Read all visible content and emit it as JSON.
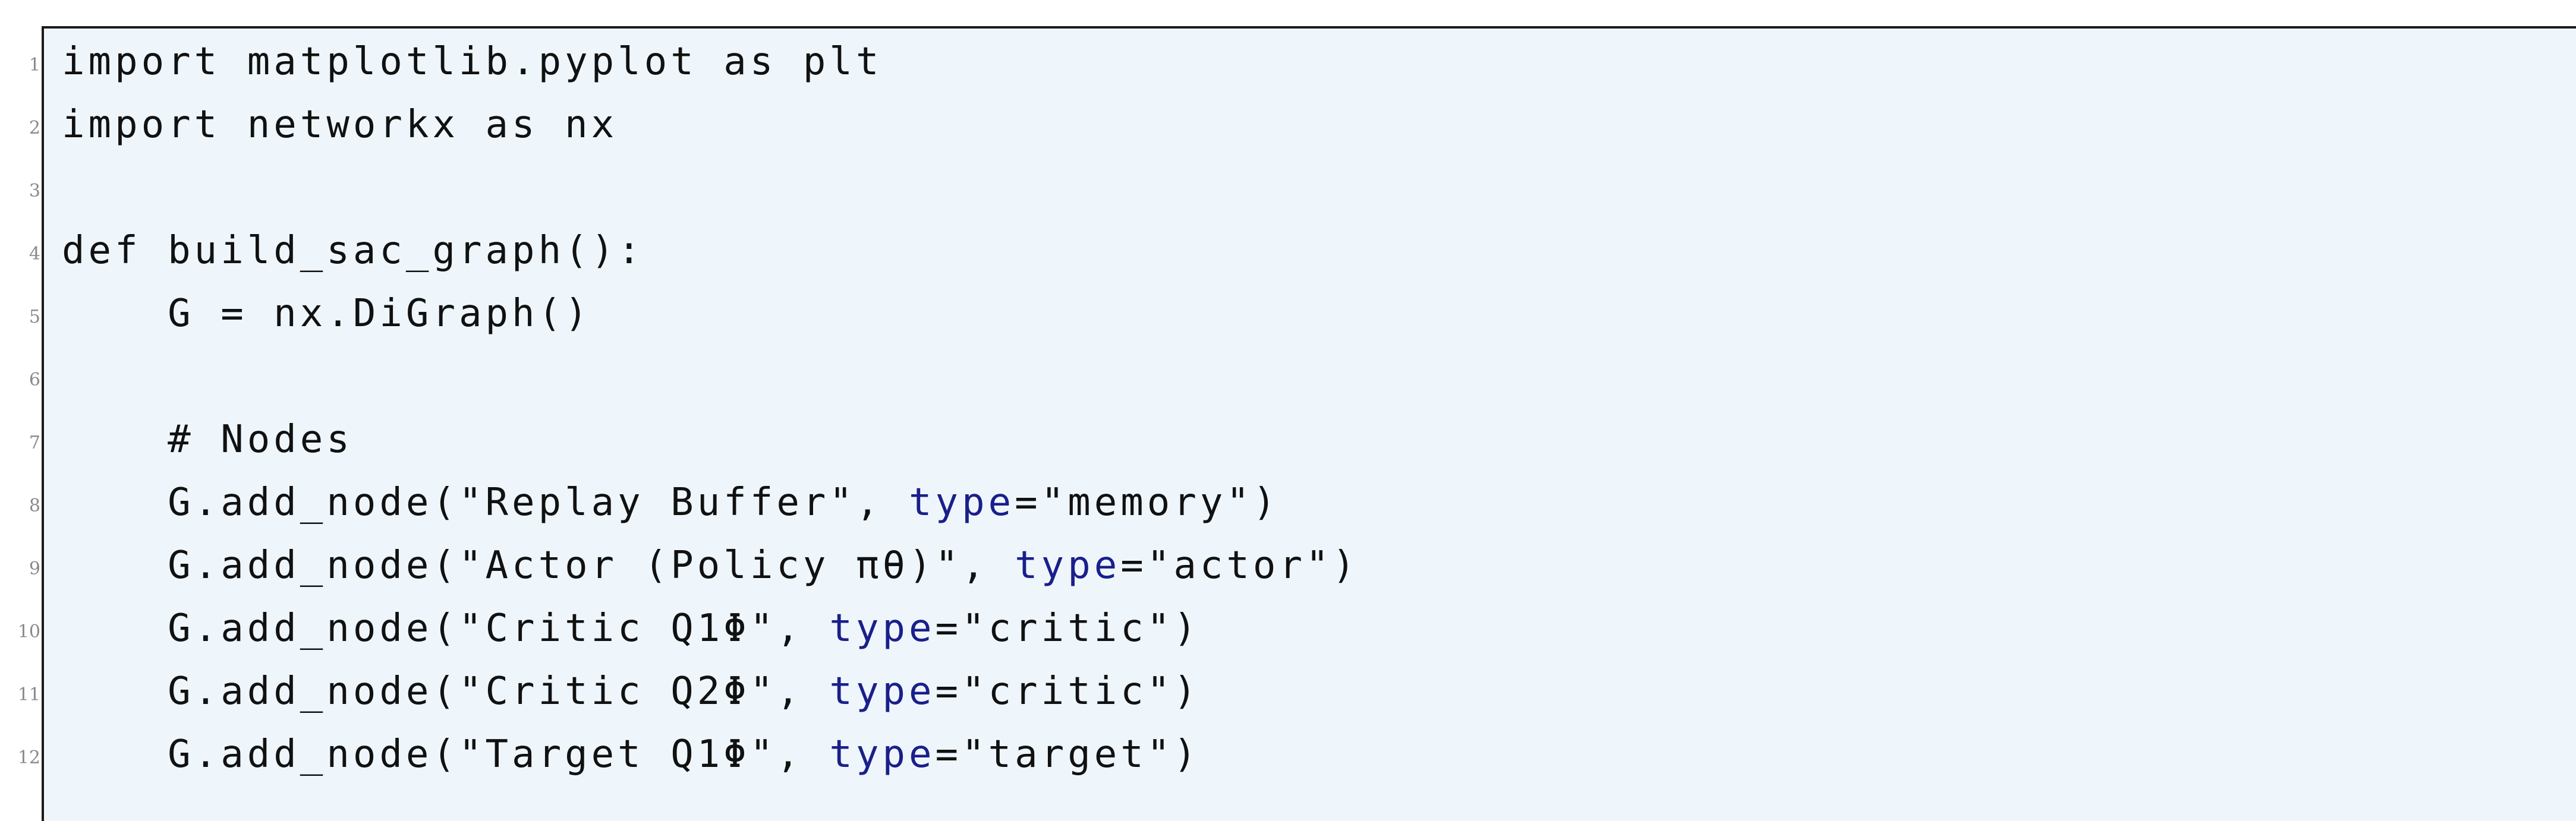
{
  "lines": [
    {
      "n": "1",
      "segments": [
        {
          "text": "import matplotlib.pyplot as plt",
          "style": "plain"
        }
      ]
    },
    {
      "n": "2",
      "segments": [
        {
          "text": "import networkx as nx",
          "style": "plain"
        }
      ]
    },
    {
      "n": "3",
      "segments": []
    },
    {
      "n": "4",
      "segments": [
        {
          "text": "def build_sac_graph():",
          "style": "plain"
        }
      ]
    },
    {
      "n": "5",
      "segments": [
        {
          "text": "    G = nx.DiGraph()",
          "style": "plain"
        }
      ]
    },
    {
      "n": "6",
      "segments": []
    },
    {
      "n": "7",
      "segments": [
        {
          "text": "    # Nodes",
          "style": "plain"
        }
      ]
    },
    {
      "n": "8",
      "segments": [
        {
          "text": "    G.add_node(\"Replay Buffer\", ",
          "style": "plain"
        },
        {
          "text": "type",
          "style": "kw"
        },
        {
          "text": "=\"memory\")",
          "style": "plain"
        }
      ]
    },
    {
      "n": "9",
      "segments": [
        {
          "text": "    G.add_node(\"Actor (Policy πθ)\", ",
          "style": "plain"
        },
        {
          "text": "type",
          "style": "kw"
        },
        {
          "text": "=\"actor\")",
          "style": "plain"
        }
      ]
    },
    {
      "n": "10",
      "segments": [
        {
          "text": "    G.add_node(\"Critic Q1Φ\", ",
          "style": "plain"
        },
        {
          "text": "type",
          "style": "kw"
        },
        {
          "text": "=\"critic\")",
          "style": "plain"
        }
      ]
    },
    {
      "n": "11",
      "segments": [
        {
          "text": "    G.add_node(\"Critic Q2Φ\", ",
          "style": "plain"
        },
        {
          "text": "type",
          "style": "kw"
        },
        {
          "text": "=\"critic\")",
          "style": "plain"
        }
      ]
    },
    {
      "n": "12",
      "segments": [
        {
          "text": "    G.add_node(\"Target Q1Φ\", ",
          "style": "plain"
        },
        {
          "text": "type",
          "style": "kw"
        },
        {
          "text": "=\"target\")",
          "style": "plain"
        }
      ]
    }
  ]
}
